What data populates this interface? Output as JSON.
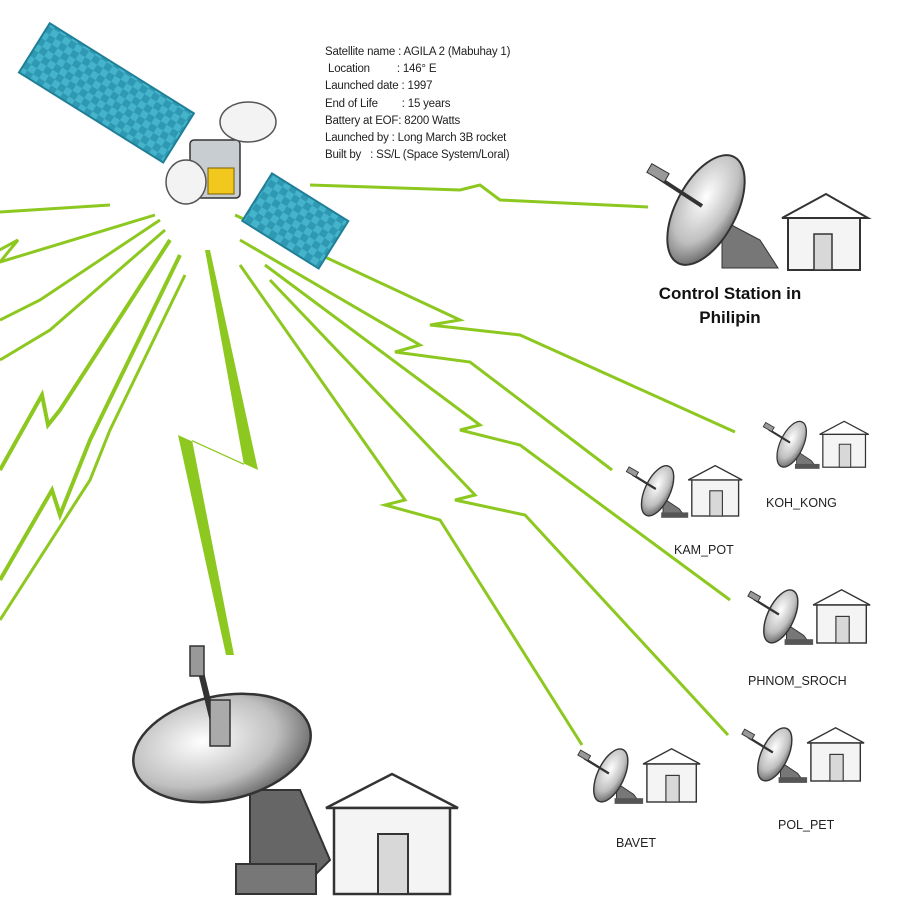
{
  "satellite_info": [
    {
      "key": "Satellite name",
      "value": "AGILA 2 (Mabuhay 1)"
    },
    {
      "key": "Location",
      "value": "146° E"
    },
    {
      "key": "Launched date",
      "value": "1997"
    },
    {
      "key": "End of Life",
      "value": "15 years"
    },
    {
      "key": "Battery at EOF",
      "value": "8200 Watts"
    },
    {
      "key": "Launched by",
      "value": "Long March 3B rocket"
    },
    {
      "key": "Built by",
      "value": "SS/L (Space System/Loral)"
    }
  ],
  "control_station": {
    "line1": "Control Station in",
    "line2": "Philipin"
  },
  "stations": [
    {
      "id": "koh-kong",
      "label": "KOH_KONG"
    },
    {
      "id": "kam-pot",
      "label": "KAM_POT"
    },
    {
      "id": "phnom-sroch",
      "label": "PHNOM_SROCH"
    },
    {
      "id": "bavet",
      "label": "BAVET"
    },
    {
      "id": "pol-pet",
      "label": "POL_PET"
    }
  ],
  "colors": {
    "link": "#8dc820",
    "panel": "#3aa8c0",
    "panel_dark": "#1f7f97",
    "ink": "#222222"
  }
}
